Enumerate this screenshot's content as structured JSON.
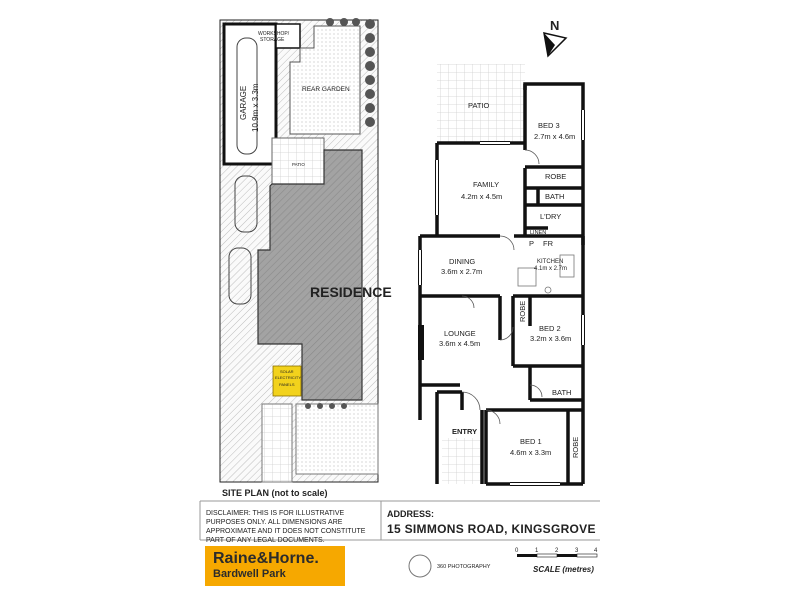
{
  "site_plan": {
    "caption": "SITE PLAN (not to scale)",
    "residence_label": "RESIDENCE",
    "garage_label": "GARAGE",
    "garage_dims": "10.9m x 3.3m",
    "workshop_label_1": "WORKSHOP/",
    "workshop_label_2": "STORAGE",
    "rear_garden_label": "REAR GARDEN",
    "patio_label": "PATIO",
    "solar_label_1": "SOLAR",
    "solar_label_2": "ELECTRICITY",
    "solar_label_3": "PANELS"
  },
  "floor_plan": {
    "north_label": "N",
    "rooms": {
      "patio": "PATIO",
      "bed3_name": "BED 3",
      "bed3_dims": "2.7m x 4.6m",
      "robe_top": "ROBE",
      "bath_top": "BATH",
      "family_name": "FAMILY",
      "family_dims": "4.2m x 4.5m",
      "ldry": "L'DRY",
      "linen": "LINEN",
      "p": "P",
      "fr": "FR",
      "dining_name": "DINING",
      "dining_dims": "3.6m x 2.7m",
      "kitchen_name": "KITCHEN",
      "kitchen_dims": "4.1m x 2.7m",
      "robe_left": "ROBE",
      "bed2_name": "BED 2",
      "bed2_dims": "3.2m x 3.6m",
      "lounge_name": "LOUNGE",
      "lounge_dims": "3.6m x 4.5m",
      "bath_mid": "BATH",
      "entry": "ENTRY",
      "bed1_name": "BED 1",
      "bed1_dims": "4.6m x 3.3m",
      "robe_right": "ROBE"
    }
  },
  "footer": {
    "disclaimer": "DISCLAIMER: THIS IS FOR ILLUSTRATIVE PURPOSES ONLY. ALL DIMENSIONS ARE APPROXIMATE AND IT DOES NOT CONSTITUTE PART OF ANY LEGAL DOCUMENTS.",
    "address_label": "ADDRESS:",
    "address_value": "15 SIMMONS ROAD, KINGSGROVE",
    "logo_line1": "Raine&Horne.",
    "logo_line2": "Bardwell Park",
    "photographer": "360 PHOTOGRAPHY",
    "scale_ticks": [
      "0",
      "1",
      "2",
      "3",
      "4"
    ],
    "scale_label": "SCALE (metres)"
  },
  "colors": {
    "accent": "#f6a800",
    "solar": "#f2d21c",
    "residence_fill": "#a3a3a3",
    "wall": "#111111",
    "tree": "#555555"
  }
}
